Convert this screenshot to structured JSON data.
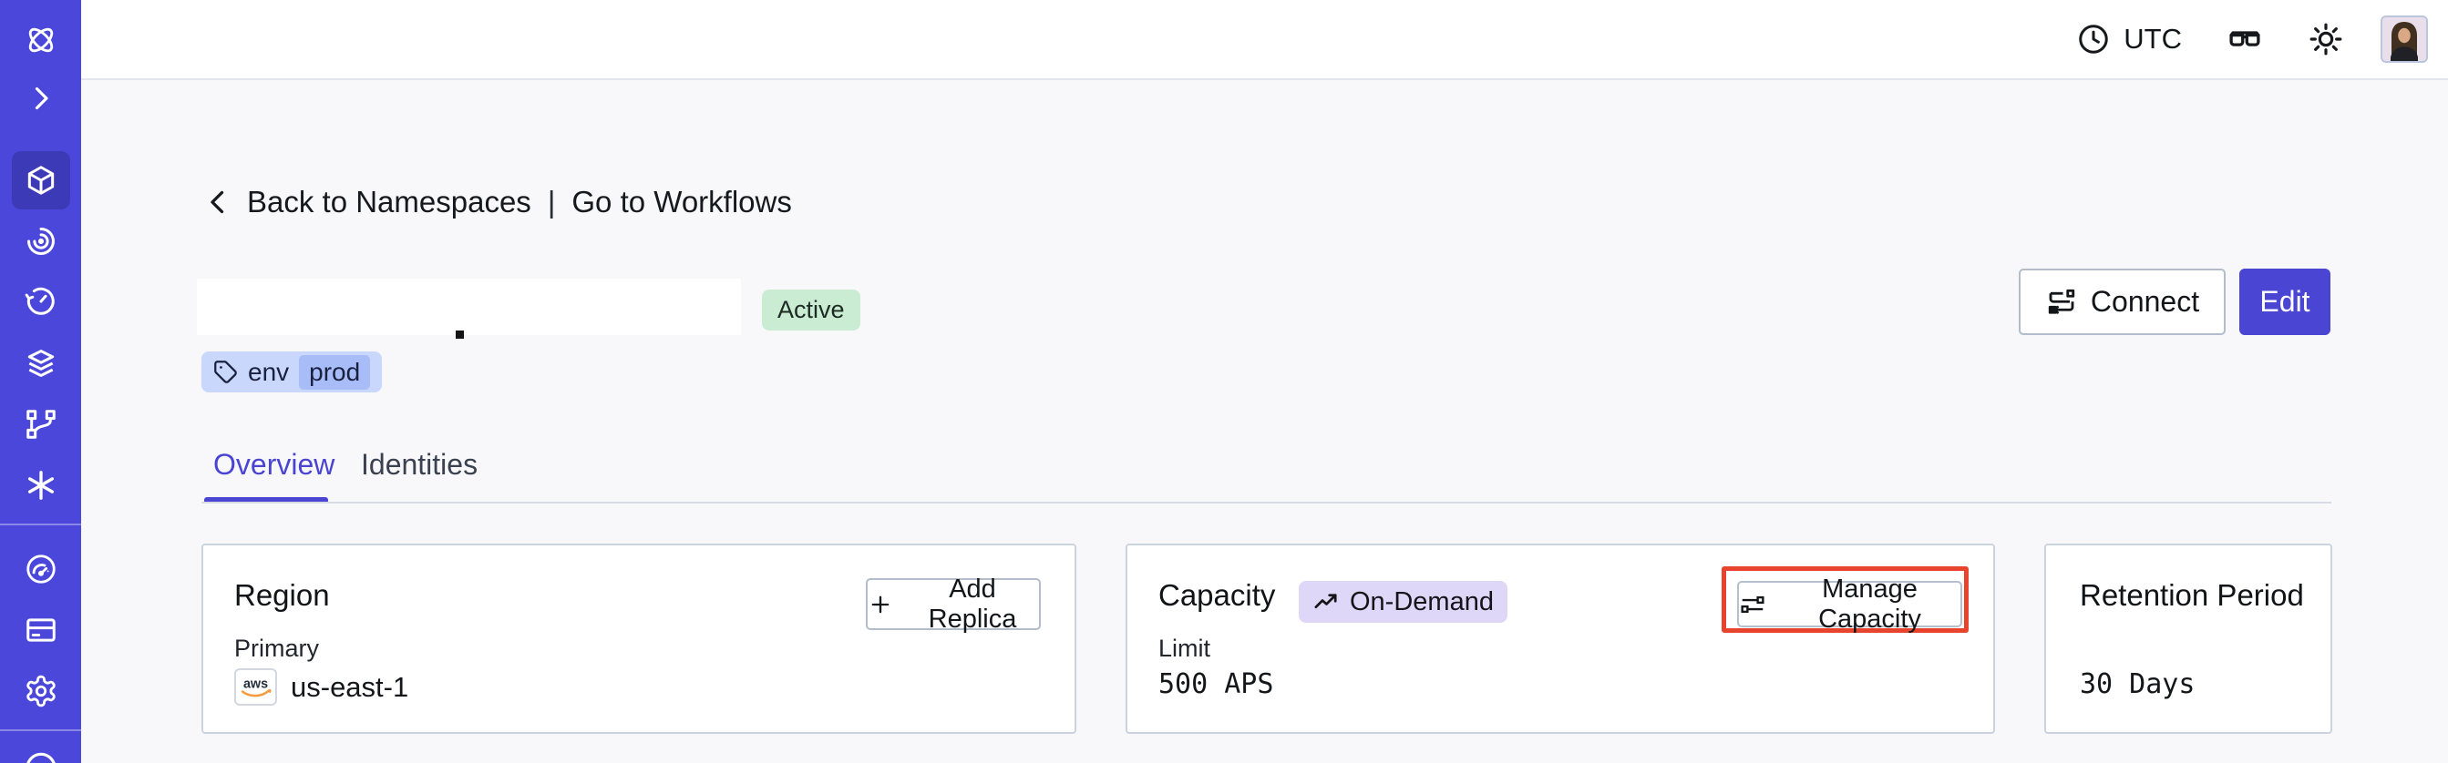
{
  "topbar": {
    "timezone": "UTC"
  },
  "sidebar": {
    "icons": [
      "temporal-logo",
      "expand-chevron",
      "namespaces-cube",
      "workflows-swirl",
      "schedules-clock",
      "deployments-layers",
      "batch-branch",
      "nexus-asterisk",
      "usage-gauge",
      "billing-card",
      "settings-gear",
      "support-partial"
    ]
  },
  "breadcrumb": {
    "back_label": "Back to Namespaces",
    "divider": "|",
    "workflows_label": "Go to Workflows"
  },
  "header": {
    "status_badge": "Active",
    "tag": {
      "key": "env",
      "value": "prod"
    },
    "connect_label": "Connect",
    "edit_label": "Edit"
  },
  "tabs": {
    "overview": "Overview",
    "identities": "Identities"
  },
  "cards": {
    "region": {
      "title": "Region",
      "add_replica_label": "Add Replica",
      "field_label": "Primary",
      "provider_label": "aws",
      "value": "us-east-1"
    },
    "capacity": {
      "title": "Capacity",
      "badge": "On-Demand",
      "manage_label": "Manage Capacity",
      "field_label": "Limit",
      "value": "500 APS"
    },
    "retention": {
      "title": "Retention Period",
      "value": "30 Days"
    }
  },
  "colors": {
    "sidebar": "#4a47da",
    "sidebar_active": "#3d3ab8",
    "accent": "#4b45d3",
    "status_badge_bg": "#c9ecd3",
    "ondemand_badge_bg": "#ded7f8",
    "tag_bg": "#c9d7fc",
    "tag_chip_bg": "#a8bdf8",
    "annotation_red": "#e8432c",
    "aws_orange": "#f49a3d",
    "page_bg": "#f8f8fa"
  }
}
